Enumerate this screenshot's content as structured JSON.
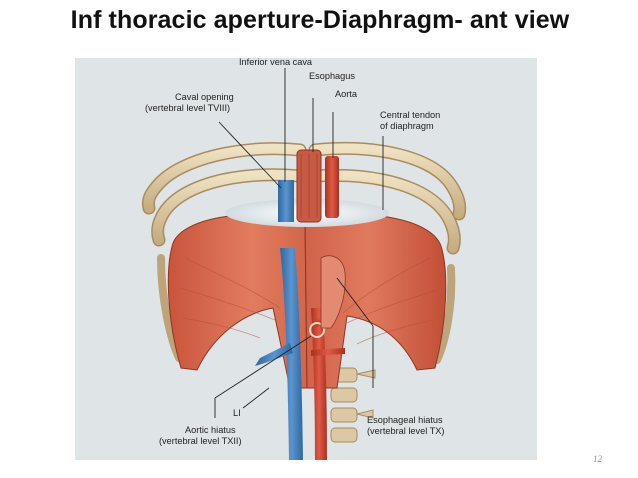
{
  "slide": {
    "title": "Inf thoracic aperture-Diaphragm- ant view",
    "page_number": "12"
  },
  "labels": {
    "inferior_vena_cava": "Inferior vena cava",
    "esophagus": "Esophagus",
    "aorta": "Aorta",
    "caval_opening_line1": "Caval opening",
    "caval_opening_line2": "(vertebral level TVIII)",
    "central_tendon_line1": "Central tendon",
    "central_tendon_line2": "of diaphragm",
    "l1": "LI",
    "aortic_hiatus_line1": "Aortic hiatus",
    "aortic_hiatus_line2": "(vertebral level TXII)",
    "esophageal_hiatus_line1": "Esophageal hiatus",
    "esophageal_hiatus_line2": "(vertebral level TX)"
  },
  "colors": {
    "muscle": "#d8674a",
    "tendon": "#e9eef0",
    "vein": "#3f7ab8",
    "artery": "#c8412e",
    "rib": "#d9c49a"
  }
}
